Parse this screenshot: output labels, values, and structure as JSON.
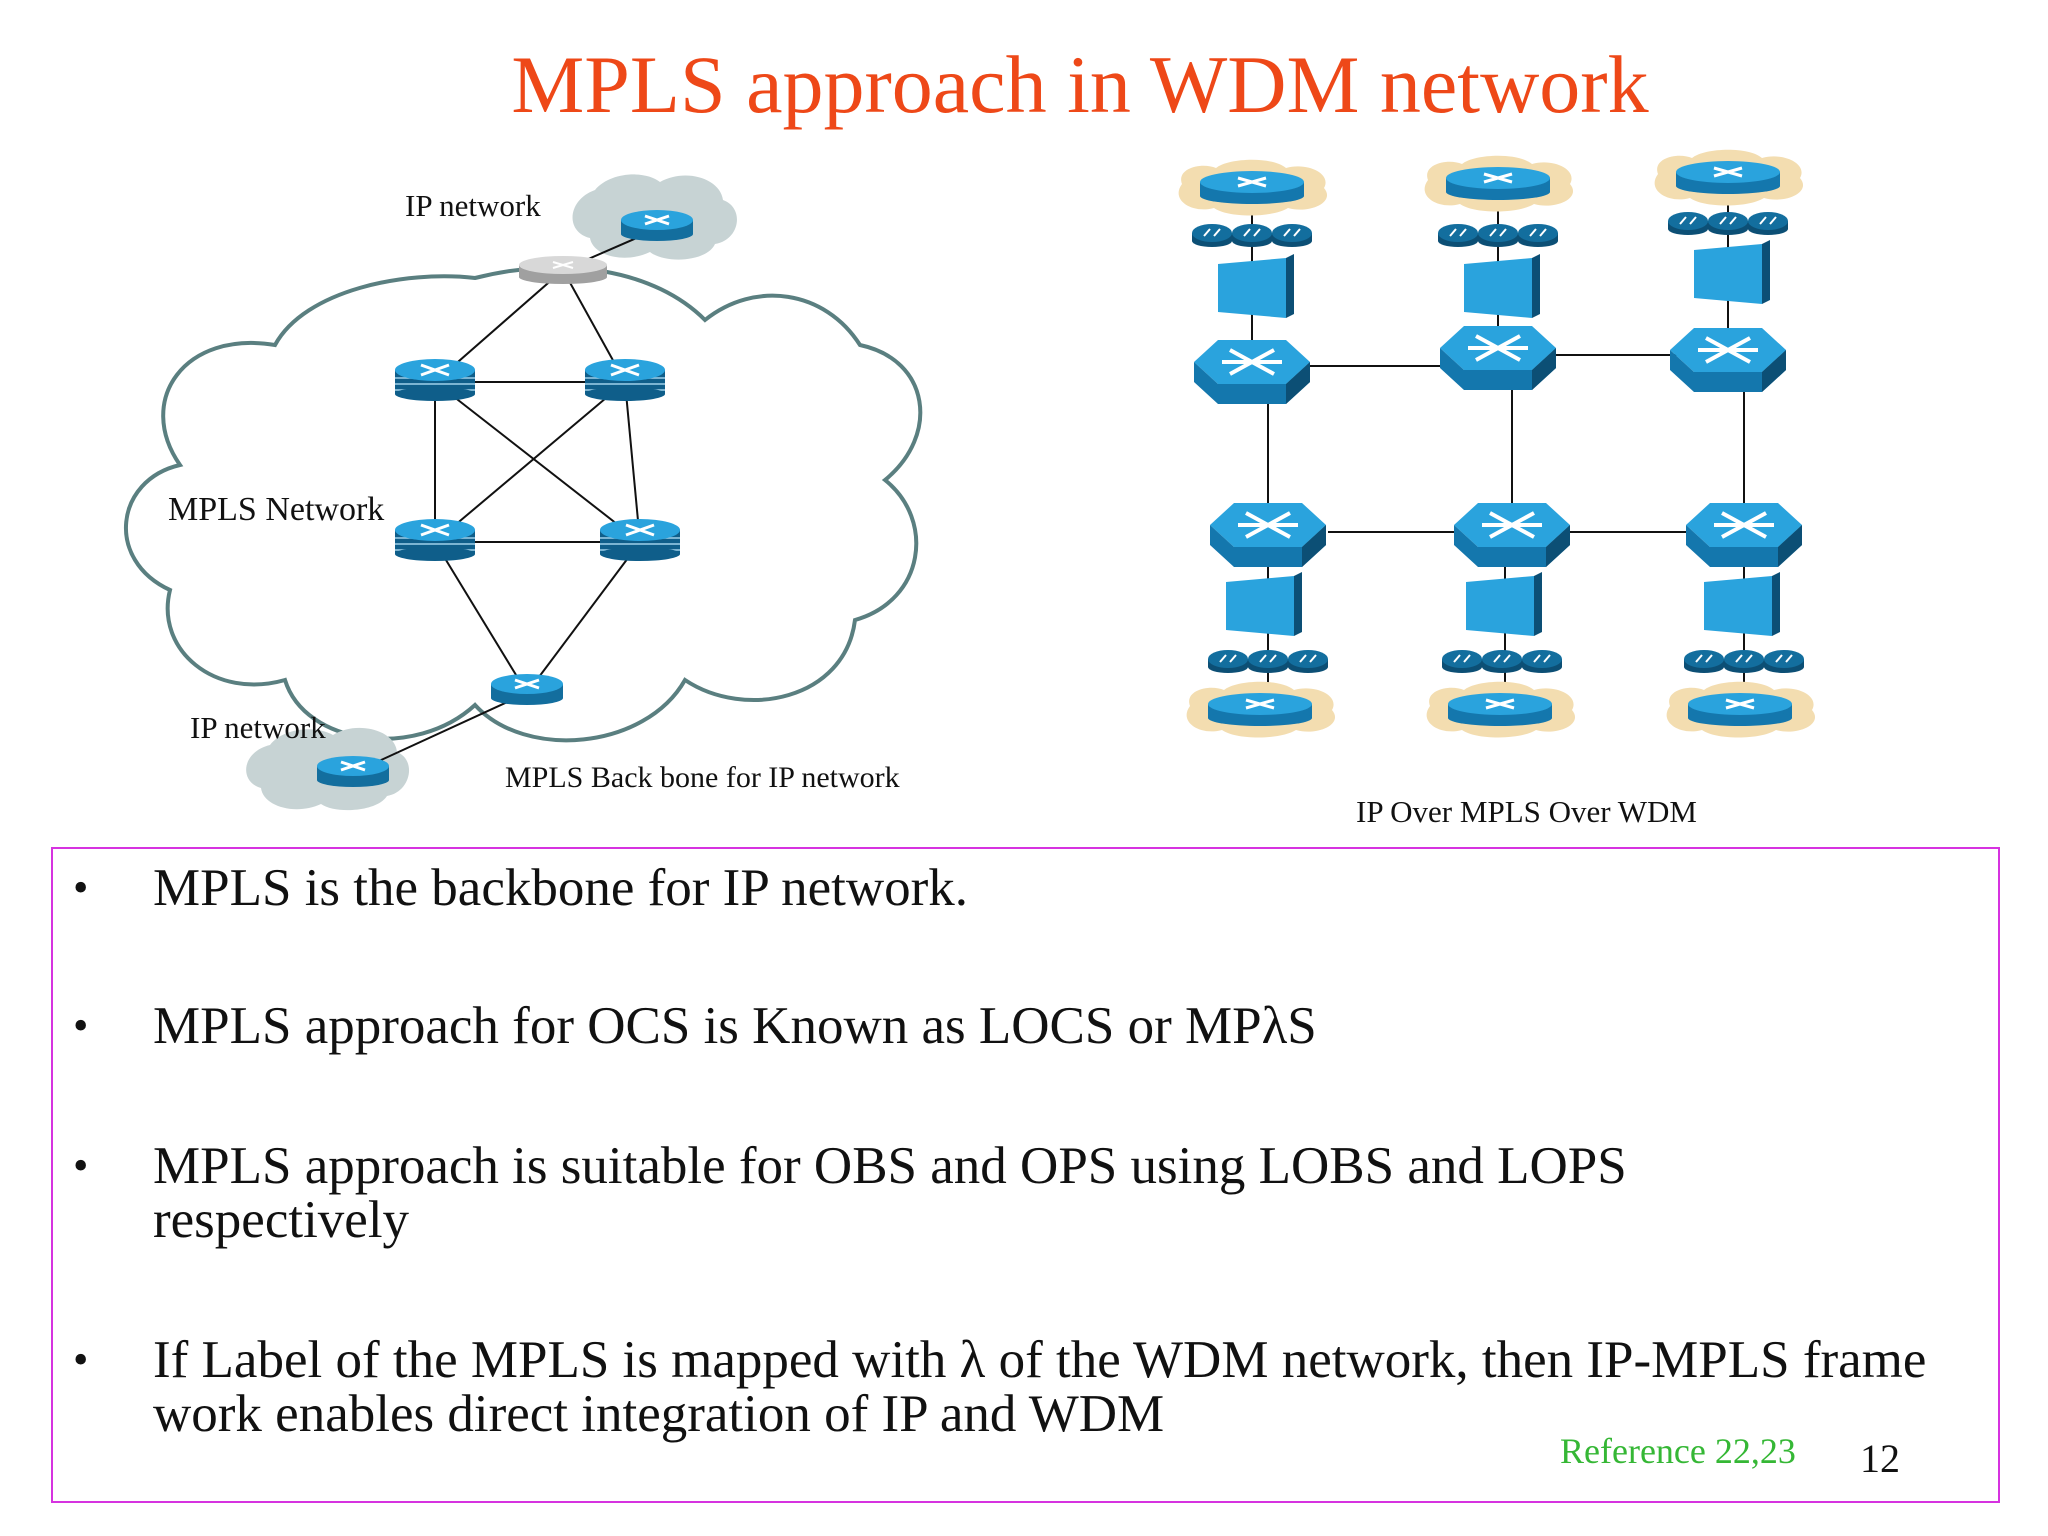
{
  "title": "MPLS approach in WDM network",
  "left_diagram": {
    "label_ip_network_top": "IP network",
    "label_mpls_network": "MPLS Network",
    "label_ip_network_bottom": "IP network",
    "caption": "MPLS Back bone for IP network"
  },
  "right_diagram": {
    "caption": "IP Over MPLS Over WDM"
  },
  "bullets": [
    {
      "text": "MPLS is the backbone for IP network."
    },
    {
      "text": "MPLS approach for OCS is Known as LOCS or MPλS"
    },
    {
      "text": "MPLS approach is suitable for OBS and OPS using LOBS and LOPS respectively"
    },
    {
      "text": "If  Label of the  MPLS is mapped with λ of the WDM network, then IP-MPLS frame work enables direct integration of IP and WDM"
    }
  ],
  "reference": "Reference 22,23",
  "page_number": "12",
  "colors": {
    "title": "#ee4818",
    "router_blue": "#1b8fcc",
    "cloud_outline": "#5a7f80",
    "ip_cloud": "#c7d3d4",
    "client_cloud": "#f3ddb0",
    "box_border": "#d632e0",
    "reference": "#35b735"
  }
}
